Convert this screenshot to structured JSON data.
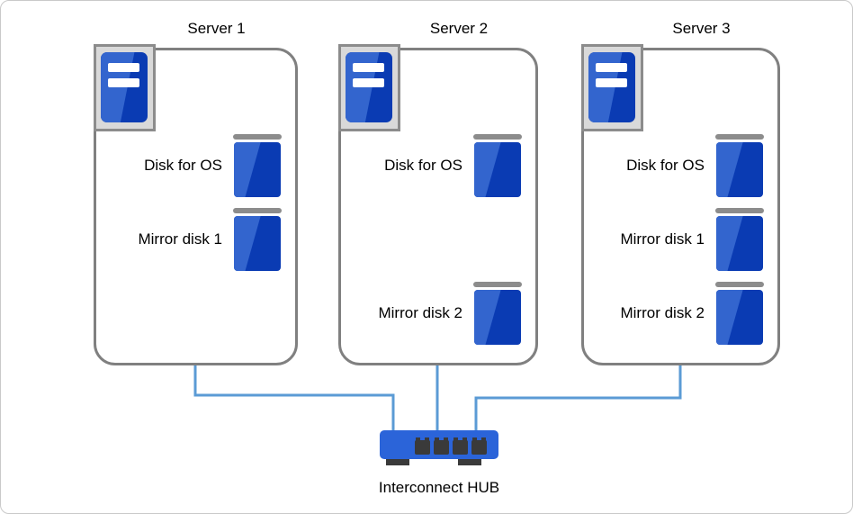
{
  "diagram": {
    "type": "cluster-mirror-disk-diagram"
  },
  "servers": [
    {
      "label": "Server 1",
      "disks": [
        {
          "label": "Disk for OS",
          "row": 0
        },
        {
          "label": "Mirror disk 1",
          "row": 1
        }
      ]
    },
    {
      "label": "Server 2",
      "disks": [
        {
          "label": "Disk for OS",
          "row": 0
        },
        {
          "label": "Mirror disk 2",
          "row": 2
        }
      ]
    },
    {
      "label": "Server 3",
      "disks": [
        {
          "label": "Disk for OS",
          "row": 0
        },
        {
          "label": "Mirror disk 1",
          "row": 1
        },
        {
          "label": "Mirror disk 2",
          "row": 2
        }
      ]
    }
  ],
  "hub": {
    "label": "Interconnect HUB",
    "port_count": 4
  },
  "connections": [
    {
      "from": "server-1",
      "to": "hub"
    },
    {
      "from": "server-2",
      "to": "hub"
    },
    {
      "from": "server-3",
      "to": "hub"
    }
  ],
  "colors": {
    "disk_light": "#3365CE",
    "disk_dark": "#0A3BB3",
    "hub_blue": "#2B64D9",
    "connector_blue": "#5B9BD5",
    "box_border_gray": "#808080",
    "icon_frame_fill": "#D9D9D9",
    "icon_frame_border": "#8C8C8C",
    "disk_cap_gray": "#8C8C8C",
    "port_dark": "#3A3A3A",
    "canvas_border": "#C9C9C9",
    "text": "#000000"
  }
}
